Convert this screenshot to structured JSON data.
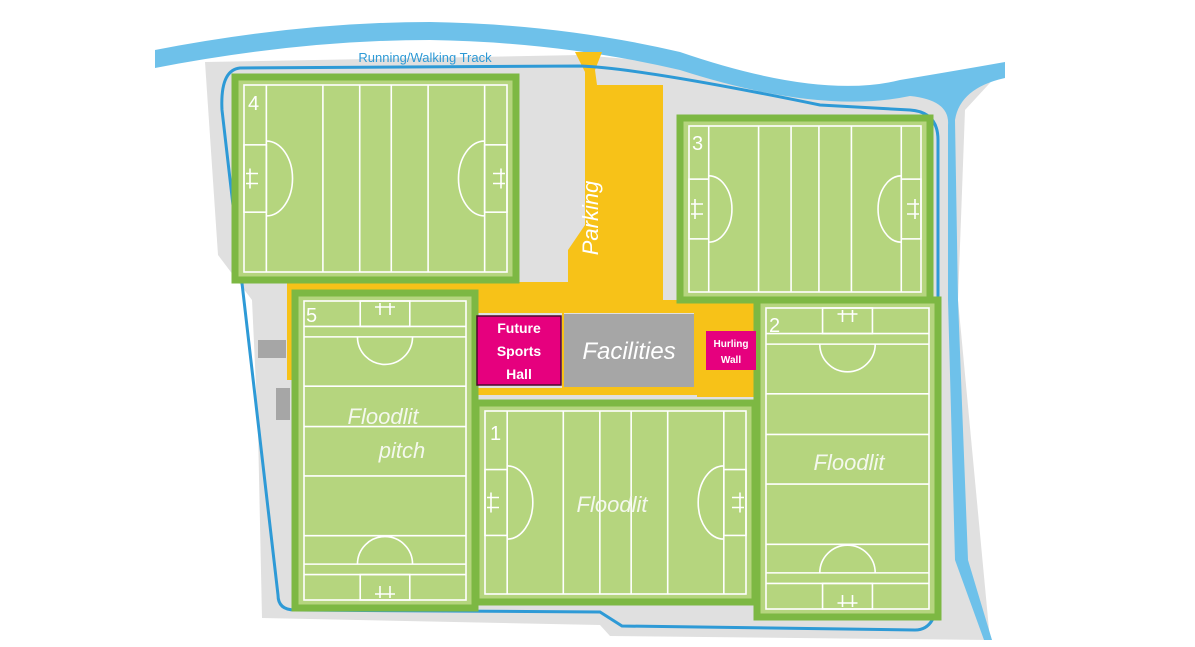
{
  "map": {
    "track_label": "Running/Walking Track",
    "parking_label": "Parking",
    "facilities_label": "Facilities",
    "sports_hall": {
      "line1": "Future",
      "line2": "Sports",
      "line3": "Hall"
    },
    "hurling_wall": {
      "line1": "Hurling",
      "line2": "Wall"
    },
    "pitches": [
      {
        "number": "1",
        "label": "Floodlit"
      },
      {
        "number": "2",
        "label": "Floodlit"
      },
      {
        "number": "3",
        "label": ""
      },
      {
        "number": "4",
        "label": ""
      },
      {
        "number": "5",
        "label_line1": "Floodlit",
        "label_line2": "pitch"
      }
    ]
  },
  "colors": {
    "river": "#6EC1EA",
    "track": "#2E9AD6",
    "ground": "#E0E0E0",
    "parking": "#F7C218",
    "pitch_border": "#7DB843",
    "pitch_fill": "#B5D57E",
    "hall": "#E6007E",
    "facilities": "#A6A6A6"
  }
}
